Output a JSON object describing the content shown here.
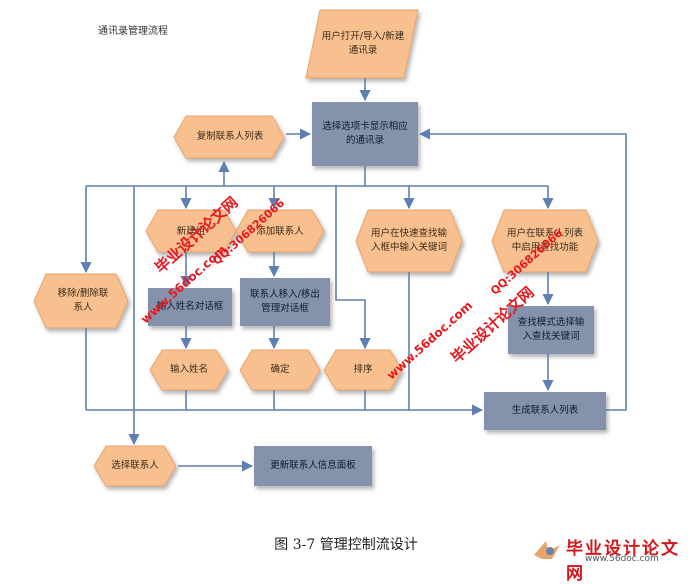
{
  "title": "通讯录管理流程",
  "caption": "图 3-7  管理控制流设计",
  "nodes": {
    "start": "用户打开/导入/新建通讯录",
    "select_tab": "选择选项卡显示相应的通讯录",
    "copy_contacts": "复制联系人列表",
    "new_group": "新建组",
    "add_contact": "添加联系人",
    "quick_search": "用户在快速查找输入框中输入关键词",
    "contact_list_search": "用户在联系人列表中启用查找功能",
    "remove_delete": "移除/删除联系人",
    "input_name_dialog": "输入姓名对话框",
    "move_contact_dialog": "联系人移入/移出管理对话框",
    "search_mode": "查找模式选择输入查找关键词",
    "input_name": "输入姓名",
    "confirm": "确定",
    "sort": "排序",
    "generate_list": "生成联系人列表",
    "select_contact": "选择联系人",
    "update_panel": "更新联系人信息面板"
  },
  "watermarks": {
    "site_cn": "毕业设计论文网",
    "site_url": "www.56doc.com",
    "qq": "QQ:306826066"
  },
  "brand": {
    "name": "毕业设计论文网",
    "url": "www.56doc.com"
  },
  "colors": {
    "process": "#8493ab",
    "hexagon": "#f8c08e",
    "parallelogram": "#f8c08e",
    "arrow": "#5f7fb1",
    "watermark": "#e8181e"
  }
}
